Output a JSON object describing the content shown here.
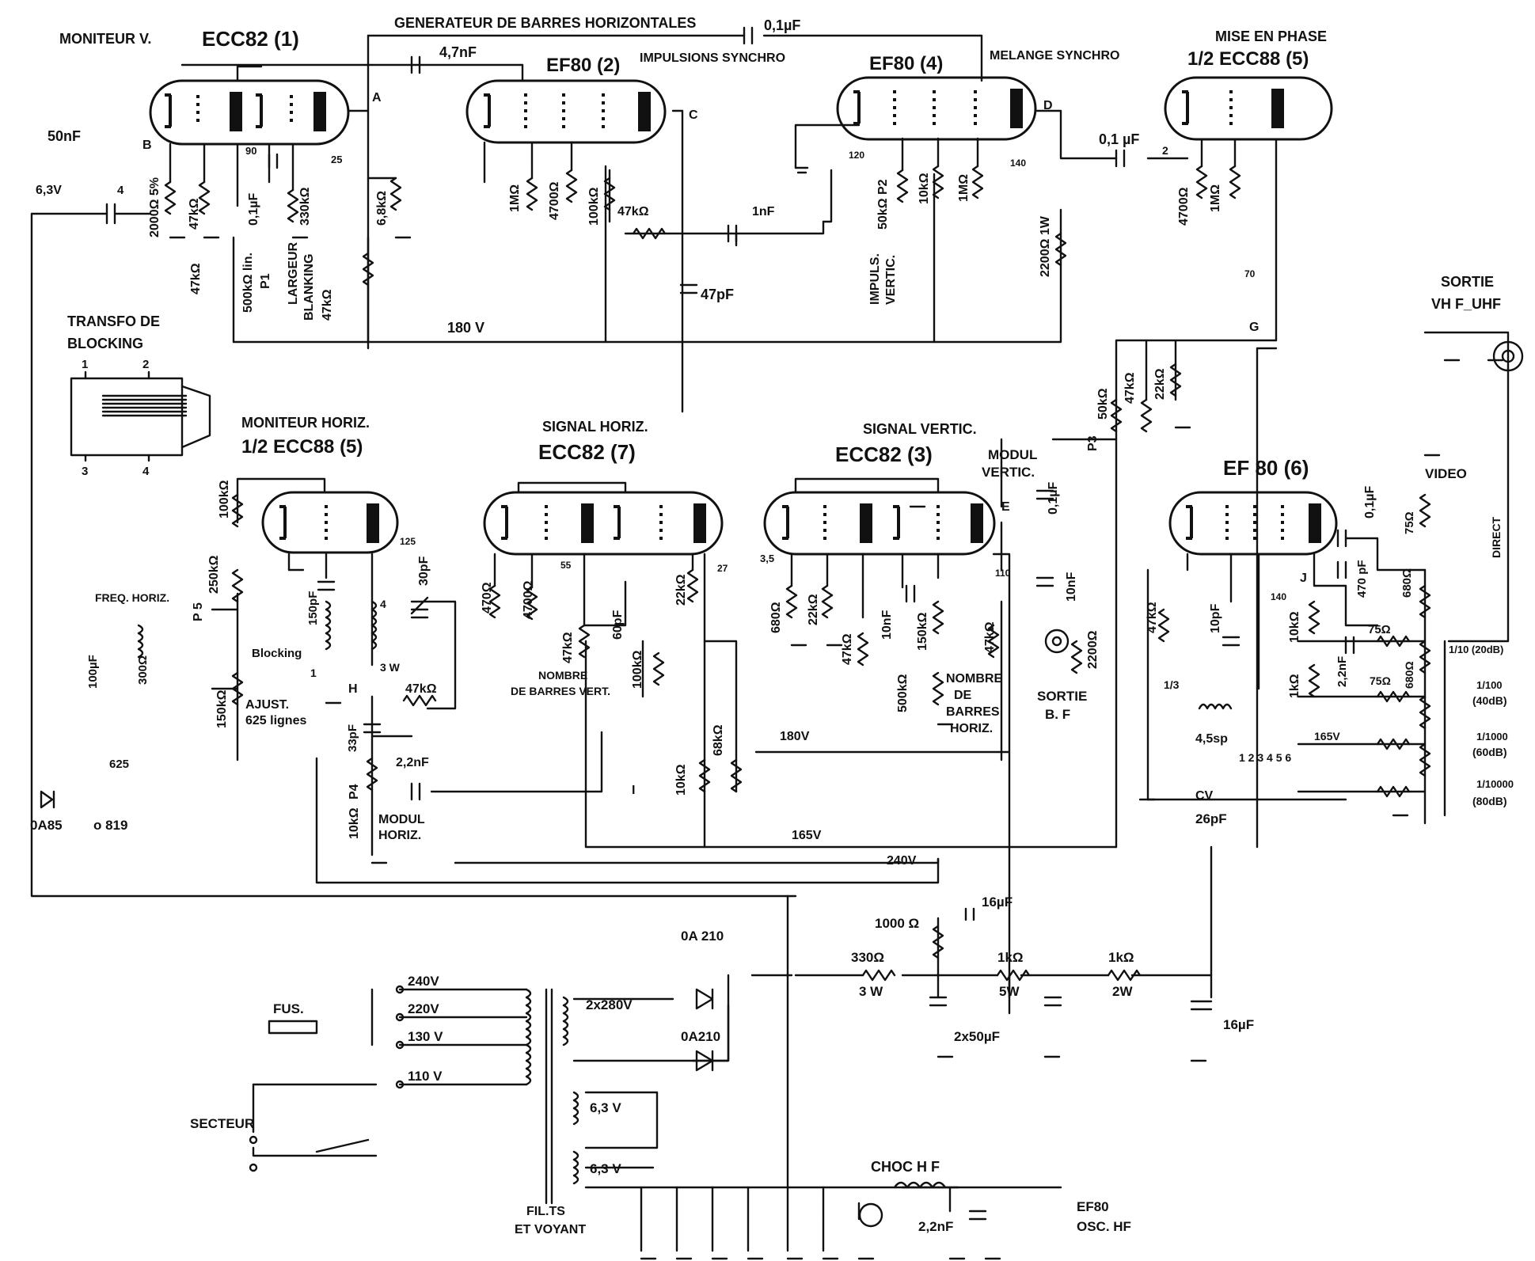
{
  "tube_titles": {
    "v1_role": "MONITEUR V.",
    "v1_type": "ECC82 (1)",
    "v2_type": "EF80 (2)",
    "v2_role": "IMPULSIONS SYNCHRO",
    "gen": "GENERATEUR DE BARRES HORIZONTALES",
    "v4_type": "EF80 (4)",
    "v4_role": "MELANGE SYNCHRO",
    "v5a_role": "MISE EN PHASE",
    "v5a_type": "1/2 ECC88   (5)",
    "v5b_role": "MONITEUR HORIZ.",
    "v5b_type": "1/2 ECC88 (5)",
    "v7_role": "SIGNAL HORIZ.",
    "v7_type": "ECC82 (7)",
    "v3_role": "SIGNAL VERTIC.",
    "v3_type": "ECC82 (3)",
    "v6_type": "EF 80 (6)"
  },
  "labels": {
    "c50n": "50nF",
    "l63v": "6,3V",
    "pin4": "4",
    "pinB": "B",
    "r2000": "2000Ω 5%",
    "r47k_a": "47kΩ",
    "r47k_b": "47kΩ",
    "pin90": "90",
    "c01_a": "0,1µF",
    "r330": "330kΩ",
    "largeur": "LARGEUR",
    "blanking": "BLANKING",
    "r47k_c": "47kΩ",
    "r500": "500kΩ lin.",
    "p1": "P1",
    "pin25": "25",
    "pinA": "A",
    "r68": "6,8kΩ",
    "c47n": "4,7nF",
    "c01_top": "0,1µF",
    "pinC": "C",
    "r1M_a": "1MΩ",
    "r4700_a": "4700Ω",
    "r100k_a": "100kΩ",
    "r47k_d": "47kΩ",
    "c1n": "1nF",
    "c47p": "47pF",
    "v180": "180 V",
    "pin120": "120",
    "p2": "50kΩ P2",
    "impuls": "IMPULS.",
    "vertic": "VERTIC.",
    "r10k_a": "10kΩ",
    "r1M_b": "1MΩ",
    "pinD": "D",
    "pin140": "140",
    "r2200": "2200Ω 1W",
    "c01_b": "0,1 µF",
    "pin2": "2",
    "r4700_b": "4700Ω",
    "r1M_c": "1MΩ",
    "pin70": "70",
    "pinG": "G",
    "sortie_vhf": "SORTIE",
    "vhf_uhf": "VH F_UHF",
    "transfo": "TRANSFO DE",
    "blocking_t": "BLOCKING",
    "t1": "1",
    "t2": "2",
    "t3": "3",
    "t4": "4",
    "r100k_b": "100kΩ",
    "p5": "P 5",
    "r250": "250kΩ",
    "freq": "FREQ. HORIZ.",
    "blocking": "Blocking",
    "c150p": "150pF",
    "pin125": "125",
    "c30p": "30pF",
    "w1": "1",
    "w3": "3 W",
    "w4": "4",
    "c100u": "100µF",
    "r300": "300Ω",
    "r150": "150kΩ",
    "ajust": "AJUST.",
    "lignes": "625 lignes",
    "pinH": "H",
    "r47k_e": "47kΩ",
    "c33p": "33pF",
    "c22n_a": "2,2nF",
    "p4": "P4",
    "r10k_p4": "10kΩ",
    "modul_h": "MODUL",
    "horiz": "HORIZ.",
    "v625": "625",
    "oa85": "0A85",
    "o819": "o 819",
    "r470": "470Ω",
    "r4700_c": "4700Ω",
    "pin55": "55",
    "c60p": "60pF",
    "r100k_c": "100kΩ",
    "r22k_a": "22kΩ",
    "pin27": "27",
    "r47k_f": "47kΩ",
    "nombre": "NOMBRE",
    "barres_v": "DE BARRES VERT.",
    "pinI": "I",
    "r10k_b": "10kΩ",
    "r68k": "68kΩ",
    "v165": "165V",
    "v240": "240V",
    "pin35": "3,5",
    "r680_a": "680Ω",
    "r22k_b": "22kΩ",
    "r47k_g": "47kΩ",
    "c10n_a": "10nF",
    "r150k_b": "150kΩ",
    "r500k": "500kΩ",
    "nombre2": "NOMBRE",
    "de2": "DE",
    "barres2": "BARRES",
    "horiz2": "HORIZ.",
    "v180b": "180V",
    "pinE": "E",
    "pin110": "110",
    "r47k_h": "47kΩ",
    "modul_v": "MODUL",
    "vertic_v": "VERTIC.",
    "c01_c": "0,1µF",
    "c10n_b": "10nF",
    "r2200b": "2200Ω",
    "sortie_bf": "SORTIE",
    "bf": "B. F",
    "p3": "P3",
    "r50k": "50kΩ",
    "r47k_i": "47kΩ",
    "r22k_c": "22kΩ",
    "video": "VIDEO",
    "c01_d": "0,1µF",
    "r75_a": "75Ω",
    "direct": "DIRECT",
    "pin140b": "140",
    "pinJ": "J",
    "r47k_j": "47kΩ",
    "c10pf": "10pF",
    "r10k_c": "10kΩ",
    "r1k_a": "1kΩ",
    "c470p": "470 pF",
    "r680_b": "680Ω",
    "c22n_b": "2,2nF",
    "r75_b": "75Ω",
    "l45": "4,5sp",
    "frac": "1/3",
    "cv": "CV",
    "c26p": "26pF",
    "v165b": "165V",
    "sw": "1  2  3  4  5  6",
    "att1": "1/10 (20dB)",
    "att2": "1/100",
    "att2b": "(40dB)",
    "att3": "1/1000",
    "att3b": "(60dB)",
    "att4": "1/10000",
    "att4b": "(80dB)",
    "r75_c": "75Ω",
    "r680_c": "680Ω",
    "r1000": "1000 Ω",
    "c16u_a": "16µF",
    "r330w": "330Ω",
    "r1k_5": "1kΩ",
    "w5": "5W",
    "r1k_2": "1kΩ",
    "w2": "2W",
    "c2x50": "2x50µF",
    "c16u_b": "16µF",
    "oa210_a": "0A 210",
    "oa210_b": "0A210",
    "sec280": "2x280V",
    "tap240": "240V",
    "tap220": "220V",
    "tap130": "130 V",
    "tap110": "110 V",
    "fus": "FUS.",
    "secteur": "SECTEUR",
    "s63a": "6,3 V",
    "s63b": "6,3 V",
    "fil": "FIL.TS",
    "voyant": "ET VOYANT",
    "choc": "CHOC H F",
    "c22n_c": "2,2nF",
    "ef80": "EF80",
    "osc": "OSC. HF"
  }
}
